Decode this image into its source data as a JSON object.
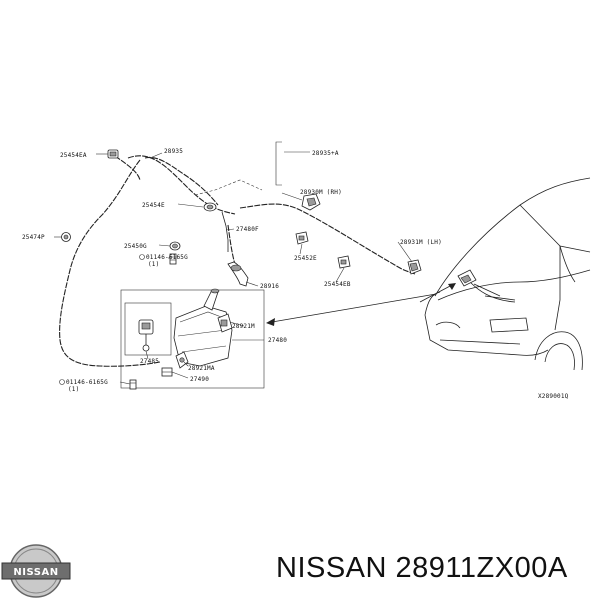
{
  "diagram_code": "X289001Q",
  "brand": "NISSAN",
  "title": "NISSAN 28911ZX00A",
  "labels": {
    "p25454ea": "25454EA",
    "p28935": "28935",
    "p28935a": "28935+A",
    "p25454e": "25454E",
    "p28930m": "28930M (RH)",
    "p25474p": "25474P",
    "p27480f": "27480F",
    "p25450g": "25450G",
    "p01146_top": "01146-6165G",
    "p01146_top_qty": "(1)",
    "p25452e": "25452E",
    "p28931m": "28931M (LH)",
    "p28916": "28916",
    "p25454eb": "25454EB",
    "p28921m": "28921M",
    "p27480": "27480",
    "p27485": "27485",
    "p28921ma": "28921MA",
    "p27490": "27490",
    "p01146_bot": "01146-6165G",
    "p01146_bot_qty": "(1)"
  }
}
